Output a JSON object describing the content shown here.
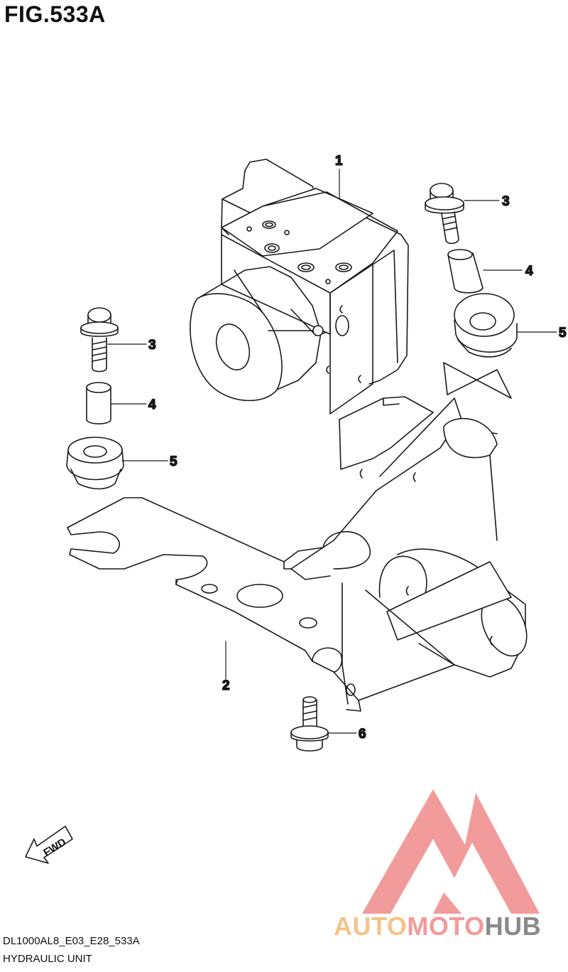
{
  "figure": {
    "title": "FIG.533A"
  },
  "callouts": [
    {
      "id": "1",
      "label": "1",
      "part": "hydraulic unit"
    },
    {
      "id": "2",
      "label": "2",
      "part": "bracket"
    },
    {
      "id": "3a",
      "label": "3",
      "part": "bolt"
    },
    {
      "id": "3b",
      "label": "3",
      "part": "bolt"
    },
    {
      "id": "4a",
      "label": "4",
      "part": "spacer"
    },
    {
      "id": "4b",
      "label": "4",
      "part": "spacer"
    },
    {
      "id": "5a",
      "label": "5",
      "part": "grommet"
    },
    {
      "id": "5b",
      "label": "5",
      "part": "grommet"
    },
    {
      "id": "6",
      "label": "6",
      "part": "bolt"
    }
  ],
  "fwd_marker": {
    "label": "FWD",
    "icon": "fwd-arrow-icon"
  },
  "footer": {
    "code": "DL1000AL8_E03_E28_533A",
    "caption": "HYDRAULIC UNIT"
  },
  "watermark": {
    "brand_auto": "AUTO",
    "brand_moto": "MOTO",
    "brand_hub": "HUB",
    "colors": {
      "auto": "#f5c38a",
      "moto": "#f39a9a",
      "hub": "#8a8a8a",
      "logo": "#f08a8a"
    }
  }
}
